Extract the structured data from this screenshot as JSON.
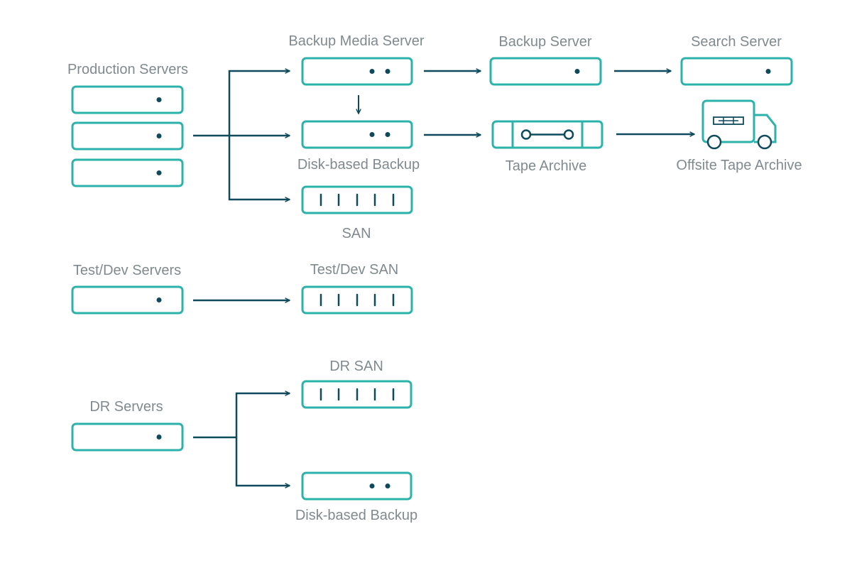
{
  "diagram": {
    "labels": {
      "production_servers": "Production Servers",
      "backup_media_server": "Backup Media Server",
      "backup_server": "Backup Server",
      "search_server": "Search Server",
      "disk_backup_top": "Disk-based Backup",
      "tape_archive": "Tape Archive",
      "offsite_tape_archive": "Offsite Tape Archive",
      "san": "SAN",
      "test_dev_servers": "Test/Dev Servers",
      "test_dev_san": "Test/Dev SAN",
      "dr_san": "DR SAN",
      "dr_servers": "DR Servers",
      "disk_backup_bottom": "Disk-based Backup"
    },
    "colors": {
      "box_stroke": "#2bb3ab",
      "connector": "#0e4a5c",
      "label_text": "#808a8e"
    }
  }
}
